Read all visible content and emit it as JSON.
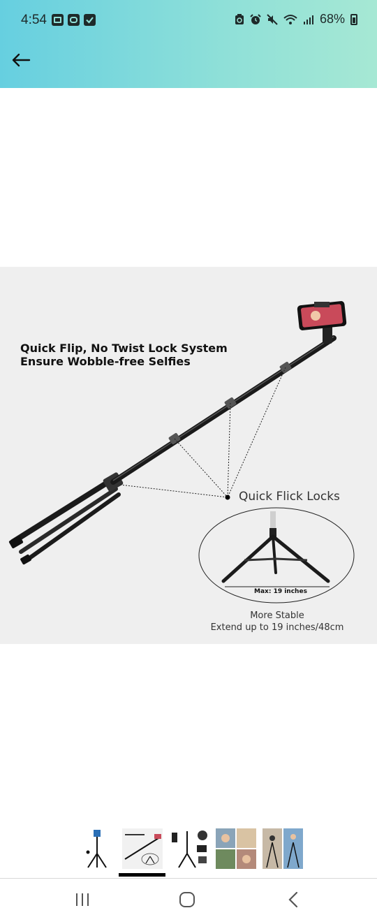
{
  "status_bar": {
    "time": "4:54",
    "battery": "68%",
    "left_icons": [
      "gallery-icon",
      "voicemail-icon",
      "checkbox-icon"
    ],
    "right_icons": [
      "battery-saver-icon",
      "alarm-icon",
      "mute-icon",
      "wifi-icon",
      "signal-icon",
      "battery-icon"
    ]
  },
  "header": {
    "back_icon": "arrow-left-icon",
    "gradient_start": "#66cfe0",
    "gradient_end": "#a6e8d4"
  },
  "product_image": {
    "headline_line1": "Quick Flip, No Twist Lock System",
    "headline_line2": "Ensure Wobble-free Selfies",
    "locks_label": "Quick Flick Locks",
    "max_label": "Max: 19 inches",
    "stable_line1": "More Stable",
    "stable_line2": "Extend up to 19 inches/48cm"
  },
  "thumbnails": {
    "selected_index": 1,
    "items": [
      "tripod-with-phone",
      "extended-selfie-stick",
      "tripod-parts",
      "lifestyle-collage",
      "outdoor-use"
    ]
  },
  "navbar": {
    "recents_icon": "recents-icon",
    "home_icon": "home-icon",
    "back_icon": "nav-back-icon"
  }
}
